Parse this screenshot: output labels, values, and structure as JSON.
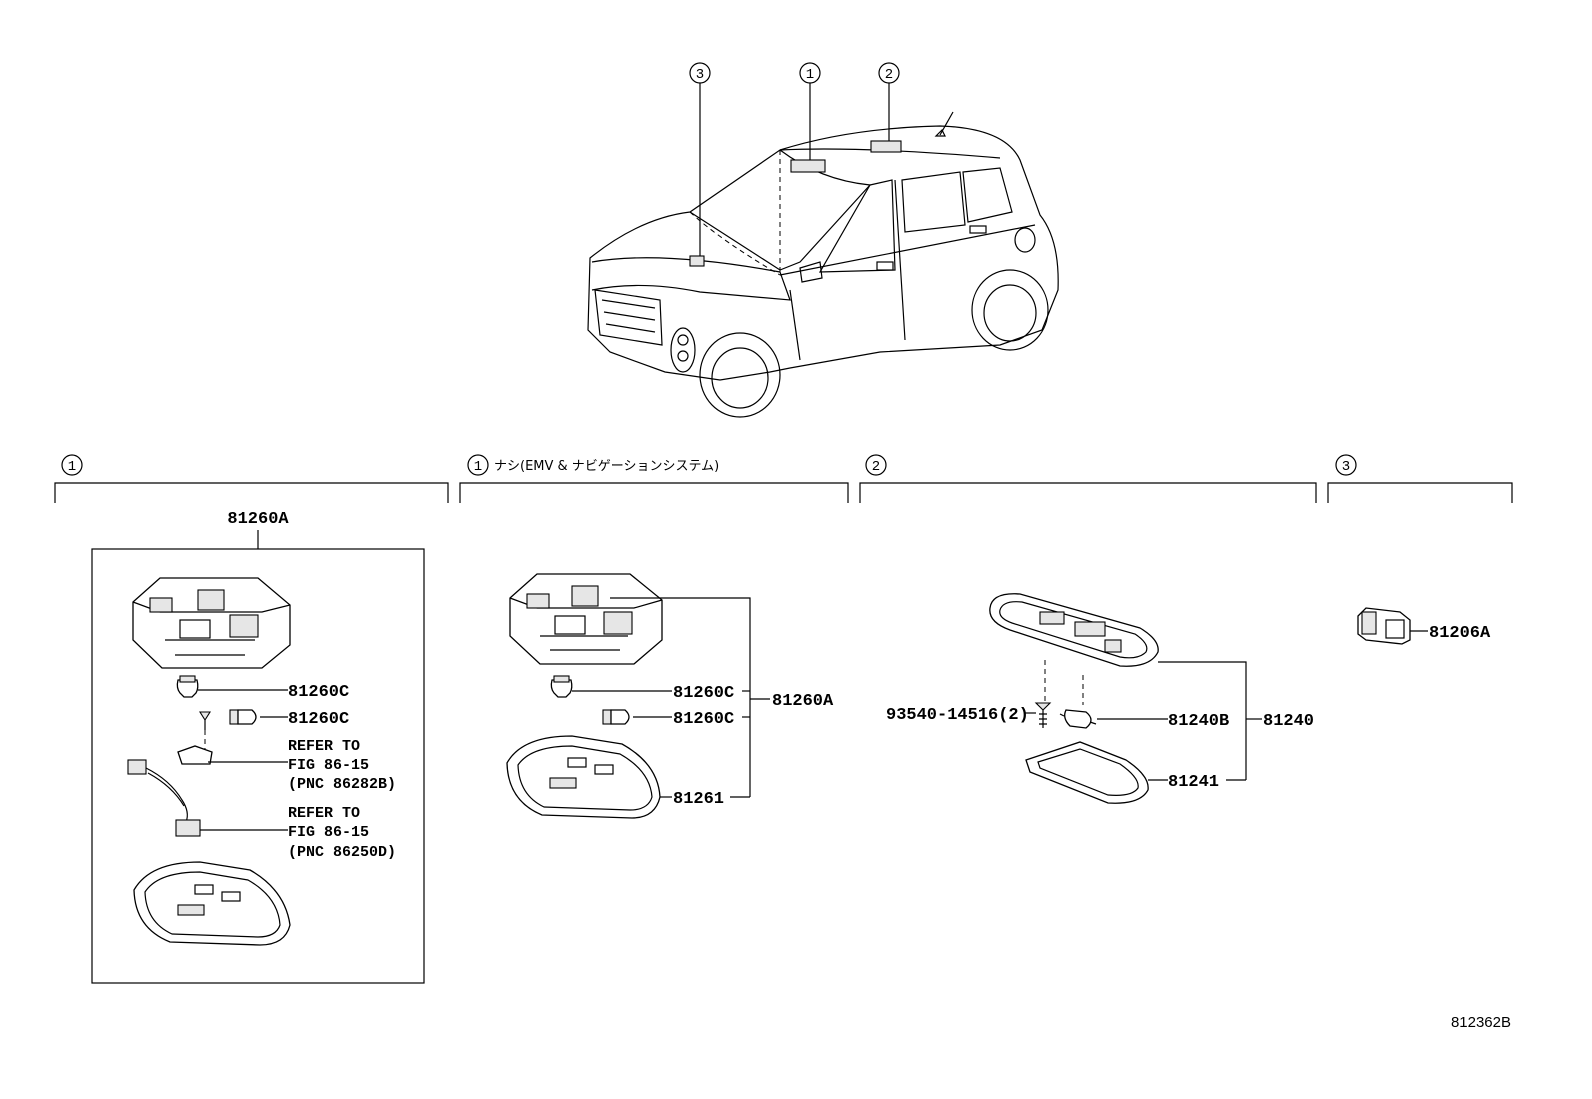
{
  "callouts": {
    "c1": "1",
    "c2": "2",
    "c3": "3"
  },
  "sections": [
    {
      "marker": "1",
      "note": ""
    },
    {
      "marker": "1",
      "note": "ナシ(EMV & ナビゲーションシステム)"
    },
    {
      "marker": "2",
      "note": ""
    },
    {
      "marker": "3",
      "note": ""
    }
  ],
  "section1": {
    "assembly": "81260A",
    "bulb_a": "81260C",
    "bulb_b": "81260C",
    "refer1": [
      "REFER TO",
      "FIG 86-15",
      "(PNC 86282B)"
    ],
    "refer2": [
      "REFER TO",
      "FIG 86-15",
      "(PNC 86250D)"
    ]
  },
  "section2": {
    "bulb_a": "81260C",
    "bulb_b": "81260C",
    "assembly": "81260A",
    "lens": "81261"
  },
  "section3": {
    "screw": "93540-14516(2)",
    "bulb": "81240B",
    "assembly": "81240",
    "lens": "81241"
  },
  "section4": {
    "switch": "81206A"
  },
  "figure_id": "812362B"
}
